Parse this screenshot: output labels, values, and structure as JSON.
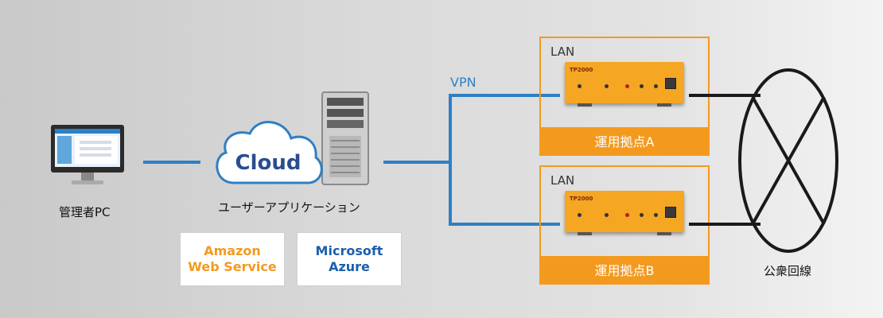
{
  "admin_pc": {
    "label": "管理者PC"
  },
  "cloud": {
    "title": "Cloud",
    "caption": "ユーザーアプリケーション"
  },
  "providers": [
    {
      "line1": "Amazon",
      "line2": "Web Service",
      "color": "#f39a1e"
    },
    {
      "line1": "Microsoft",
      "line2": "Azure",
      "color": "#1a5fae"
    }
  ],
  "vpn_label": "VPN",
  "sites": [
    {
      "lan_label": "LAN",
      "name": "運用拠点A",
      "device_model": "TP2000"
    },
    {
      "lan_label": "LAN",
      "name": "運用拠点B",
      "device_model": "TP2000"
    }
  ],
  "public_line": {
    "label": "公衆回線"
  },
  "colors": {
    "vpn_line": "#2f7fc3",
    "site_accent": "#f39a1e",
    "public_line": "#1a1a1a"
  }
}
